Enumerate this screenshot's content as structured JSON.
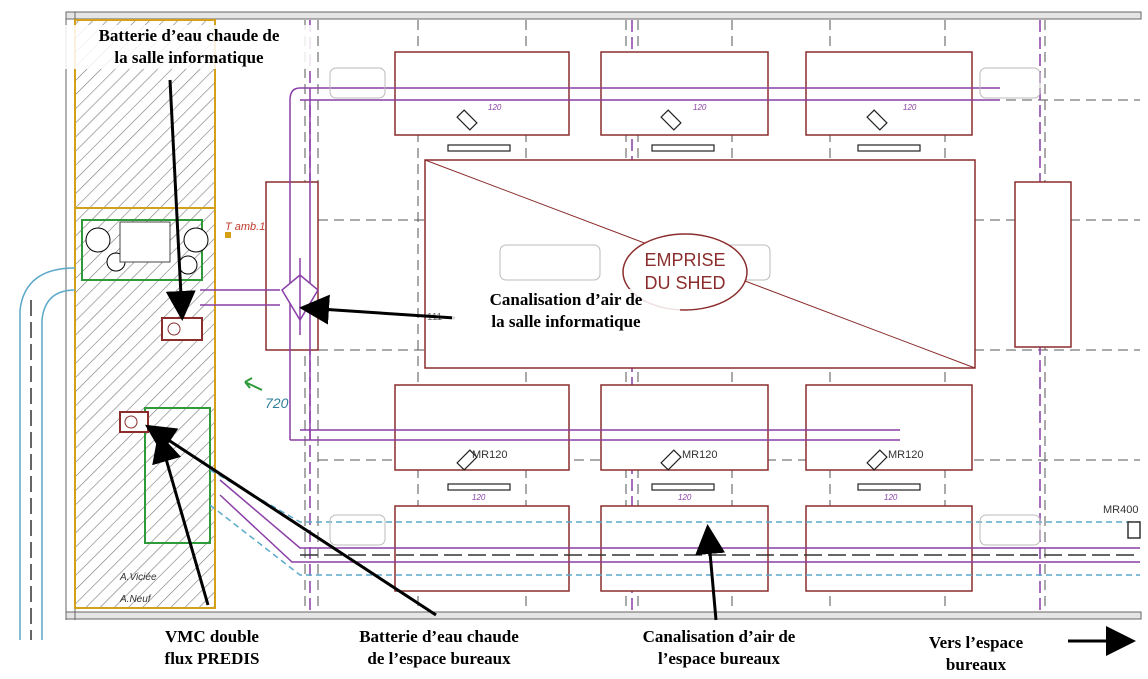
{
  "annotations": {
    "batterie_salle": [
      "Batterie d’eau chaude de",
      "la salle informatique"
    ],
    "canal_salle": [
      "Canalisation d’air de",
      "la salle informatique"
    ],
    "vmc": [
      "VMC double",
      "flux PREDIS"
    ],
    "batterie_bureaux": [
      "Batterie d’eau chaude",
      "de l’espace bureaux"
    ],
    "canal_bureaux": [
      "Canalisation d’air de",
      "l’espace bureaux"
    ],
    "vers_bureaux": [
      "Vers l’espace",
      "bureaux"
    ]
  },
  "plan_labels": {
    "shed": [
      "EMPRISE",
      "DU SHED"
    ],
    "t_amb": "T amb.1",
    "flow_720": "720",
    "mr120": "MR120",
    "mr400": "MR400",
    "flow_120": "120",
    "a_viciee": "A.Viciée",
    "a_neuf": "A.Neuf",
    "room_111": "111"
  },
  "colors": {
    "room": "#8b2d2d",
    "duct": "#8a3fa6",
    "grid": "#555555",
    "green": "#2f9a3a",
    "orange": "#d4a017",
    "cyan": "#5aa9c9",
    "text": "#000000"
  }
}
